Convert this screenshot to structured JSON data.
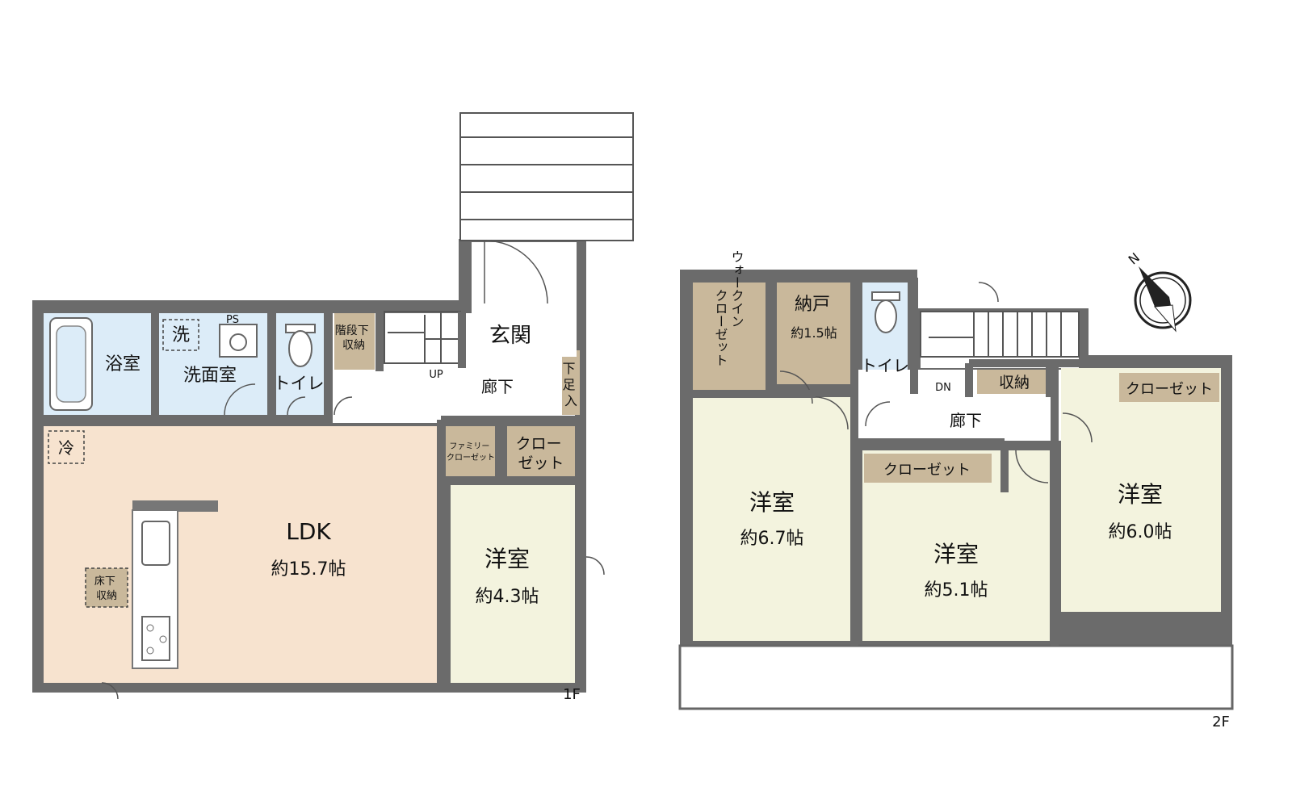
{
  "colors": {
    "wall": "#6b6b6b",
    "ldk": "#f7e3cf",
    "yoshitsu": "#f3f3de",
    "wet": "#dcecf8",
    "storage": "#c9b89b",
    "hall": "#ffffff",
    "balcony": "#ffffff"
  },
  "floor1": {
    "label": "1F",
    "rooms": {
      "bath": "浴室",
      "washroom": "洗面室",
      "washer": "洗",
      "ps": "PS",
      "toilet": "トイレ",
      "stair_storage": "階段下\n収納",
      "entrance": "玄関",
      "hallway": "廊下",
      "up": "UP",
      "shoe_storage": "下\n足\n入",
      "family_closet": "ファミリー\nクローゼット",
      "closet": "クロー\nゼット",
      "fridge": "冷",
      "floor_storage": "床下\n収納",
      "ldk_name": "LDK",
      "ldk_size": "約15.7帖",
      "western_name": "洋室",
      "western_size": "約4.3帖"
    }
  },
  "floor2": {
    "label": "2F",
    "rooms": {
      "walkin_closet": "ウォークイン\nクローゼット",
      "nando": "納戸",
      "nando_size": "約1.5帖",
      "toilet": "トイレ",
      "dn": "DN",
      "storage": "収納",
      "closet_right": "クローゼット",
      "hallway": "廊下",
      "closet_middle": "クローゼット",
      "room_a_name": "洋室",
      "room_a_size": "約6.7帖",
      "room_b_name": "洋室",
      "room_b_size": "約5.1帖",
      "room_c_name": "洋室",
      "room_c_size": "約6.0帖"
    }
  },
  "compass": {
    "north": "N"
  }
}
